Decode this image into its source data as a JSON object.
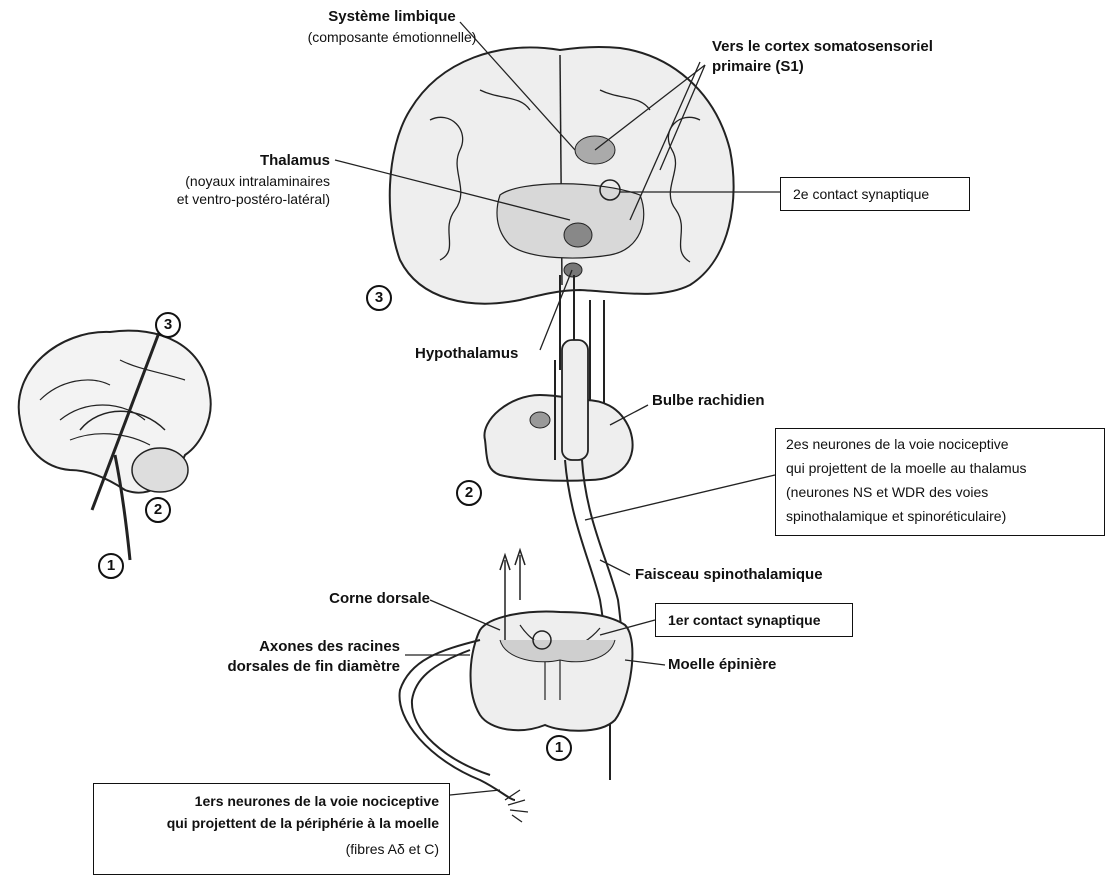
{
  "labels": {
    "limbic_title": "Système limbique",
    "limbic_sub": "(composante émotionnelle)",
    "cortex_line1": "Vers le cortex somatosensoriel",
    "cortex_line2": "primaire (S1)",
    "thalamus_title": "Thalamus",
    "thalamus_sub1": "(noyaux intralaminaires",
    "thalamus_sub2": "et ventro-postéro-latéral)",
    "second_contact": "2e contact synaptique",
    "hypothalamus": "Hypothalamus",
    "bulbe": "Bulbe rachidien",
    "second_neurons_1": "2es neurones de la voie nociceptive",
    "second_neurons_2": "qui projettent  de la moelle au thalamus",
    "second_neurons_3": "(neurones NS et WDR des voies",
    "second_neurons_4": "spinothalamique et spinoréticulaire)",
    "faisceau": "Faisceau spinothalamique",
    "corne": "Corne dorsale",
    "axones_1": "Axones des racines",
    "axones_2": "dorsales de fin diamètre",
    "first_contact": "1er contact synaptique",
    "moelle": "Moelle épinière",
    "first_neurons_1": "1ers neurones de la voie nociceptive",
    "first_neurons_2": "qui projettent de la périphérie à la moelle",
    "first_neurons_3": "(fibres Aδ et C)"
  },
  "markers": {
    "brain_section": "3",
    "medulla_section": "2",
    "spinal_section": "1",
    "inset_3": "3",
    "inset_2": "2",
    "inset_1": "1"
  }
}
